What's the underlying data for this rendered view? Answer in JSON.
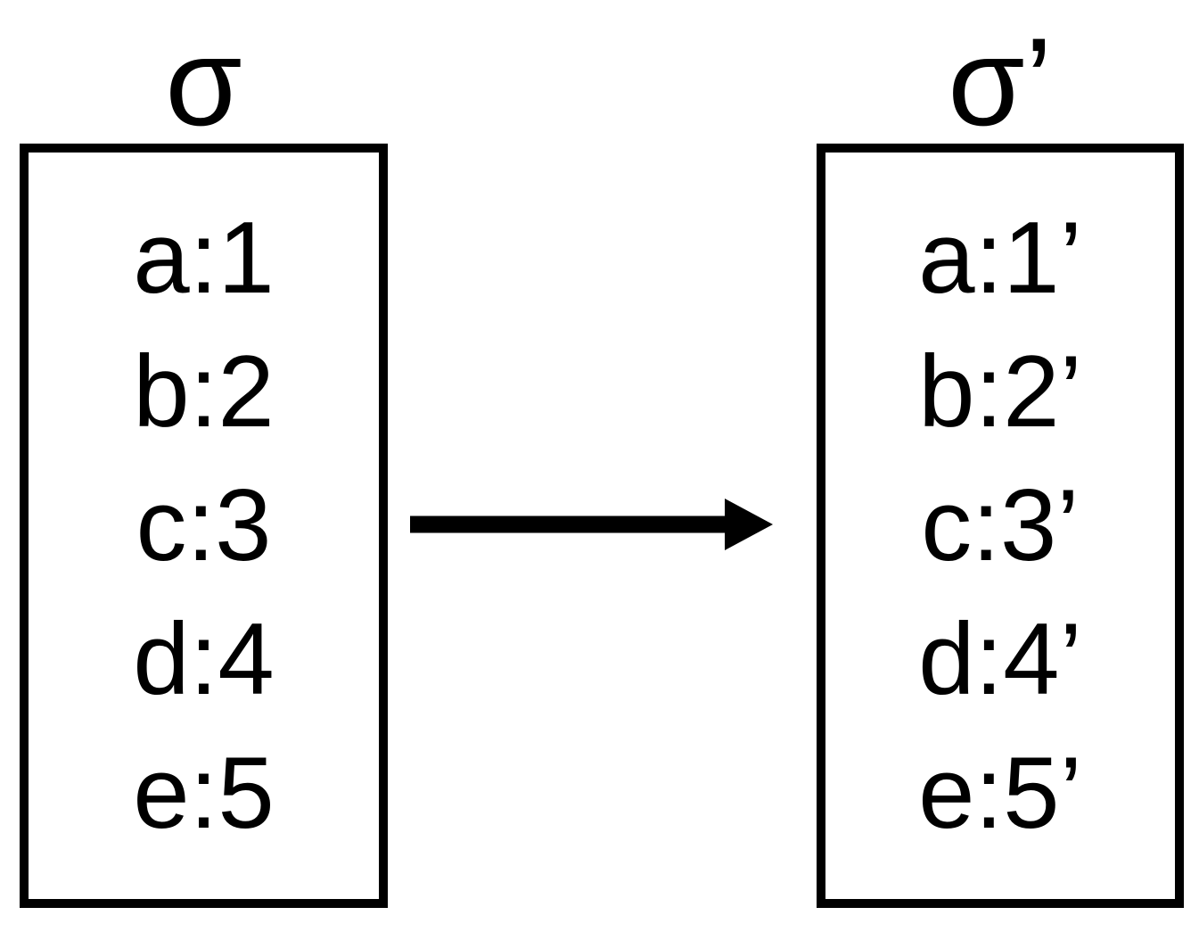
{
  "colors": {
    "ink": "#000000",
    "background": "#ffffff"
  },
  "left_state": {
    "title": "σ",
    "entries": [
      "a:1",
      "b:2",
      "c:3",
      "d:4",
      "e:5"
    ]
  },
  "right_state": {
    "title": "σ’",
    "entries": [
      "a:1’",
      "b:2’",
      "c:3’",
      "d:4’",
      "e:5’"
    ]
  },
  "arrow": {
    "direction": "right"
  }
}
